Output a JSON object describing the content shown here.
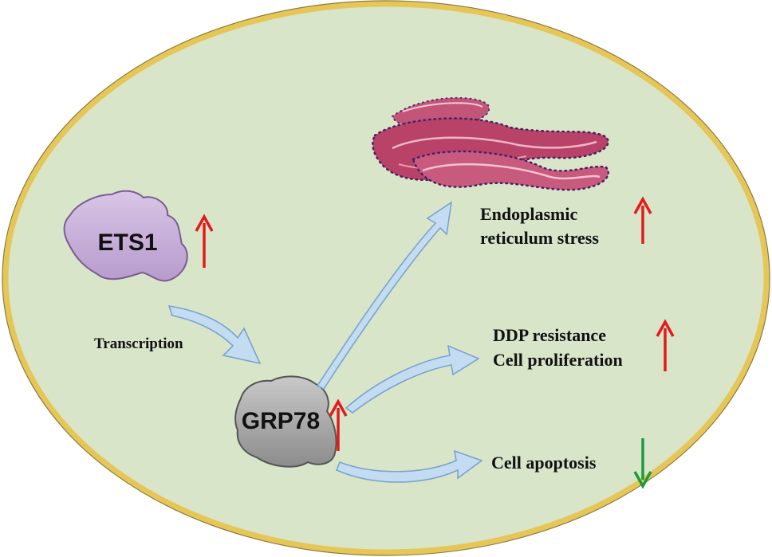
{
  "cell": {
    "membrane_color": "#e6c657",
    "cytoplasm_color": "#d8e5c9"
  },
  "nodes": {
    "ets1": {
      "label": "ETS1",
      "color": "#c5aed6",
      "change": "up"
    },
    "grp78": {
      "label": "GRP78",
      "color": "#a7a7a7",
      "change": "up"
    }
  },
  "organelle": {
    "name_icon": "endoplasmic-reticulum-icon",
    "color": "#c25578"
  },
  "edge_label": "Transcription",
  "outcomes": {
    "er_stress": {
      "line1": "Endoplasmic",
      "line2": "reticulum stress",
      "change": "up"
    },
    "resistance": {
      "line1": "DDP resistance",
      "line2": "Cell proliferation",
      "change": "up"
    },
    "apoptosis": {
      "line1": "Cell apoptosis",
      "change": "down"
    }
  },
  "colors": {
    "up_arrow": "#e31a1c",
    "down_arrow": "#1a9c3c",
    "flow_arrow_fill": "#c3dcf2",
    "flow_arrow_stroke": "#7aa4cc"
  }
}
